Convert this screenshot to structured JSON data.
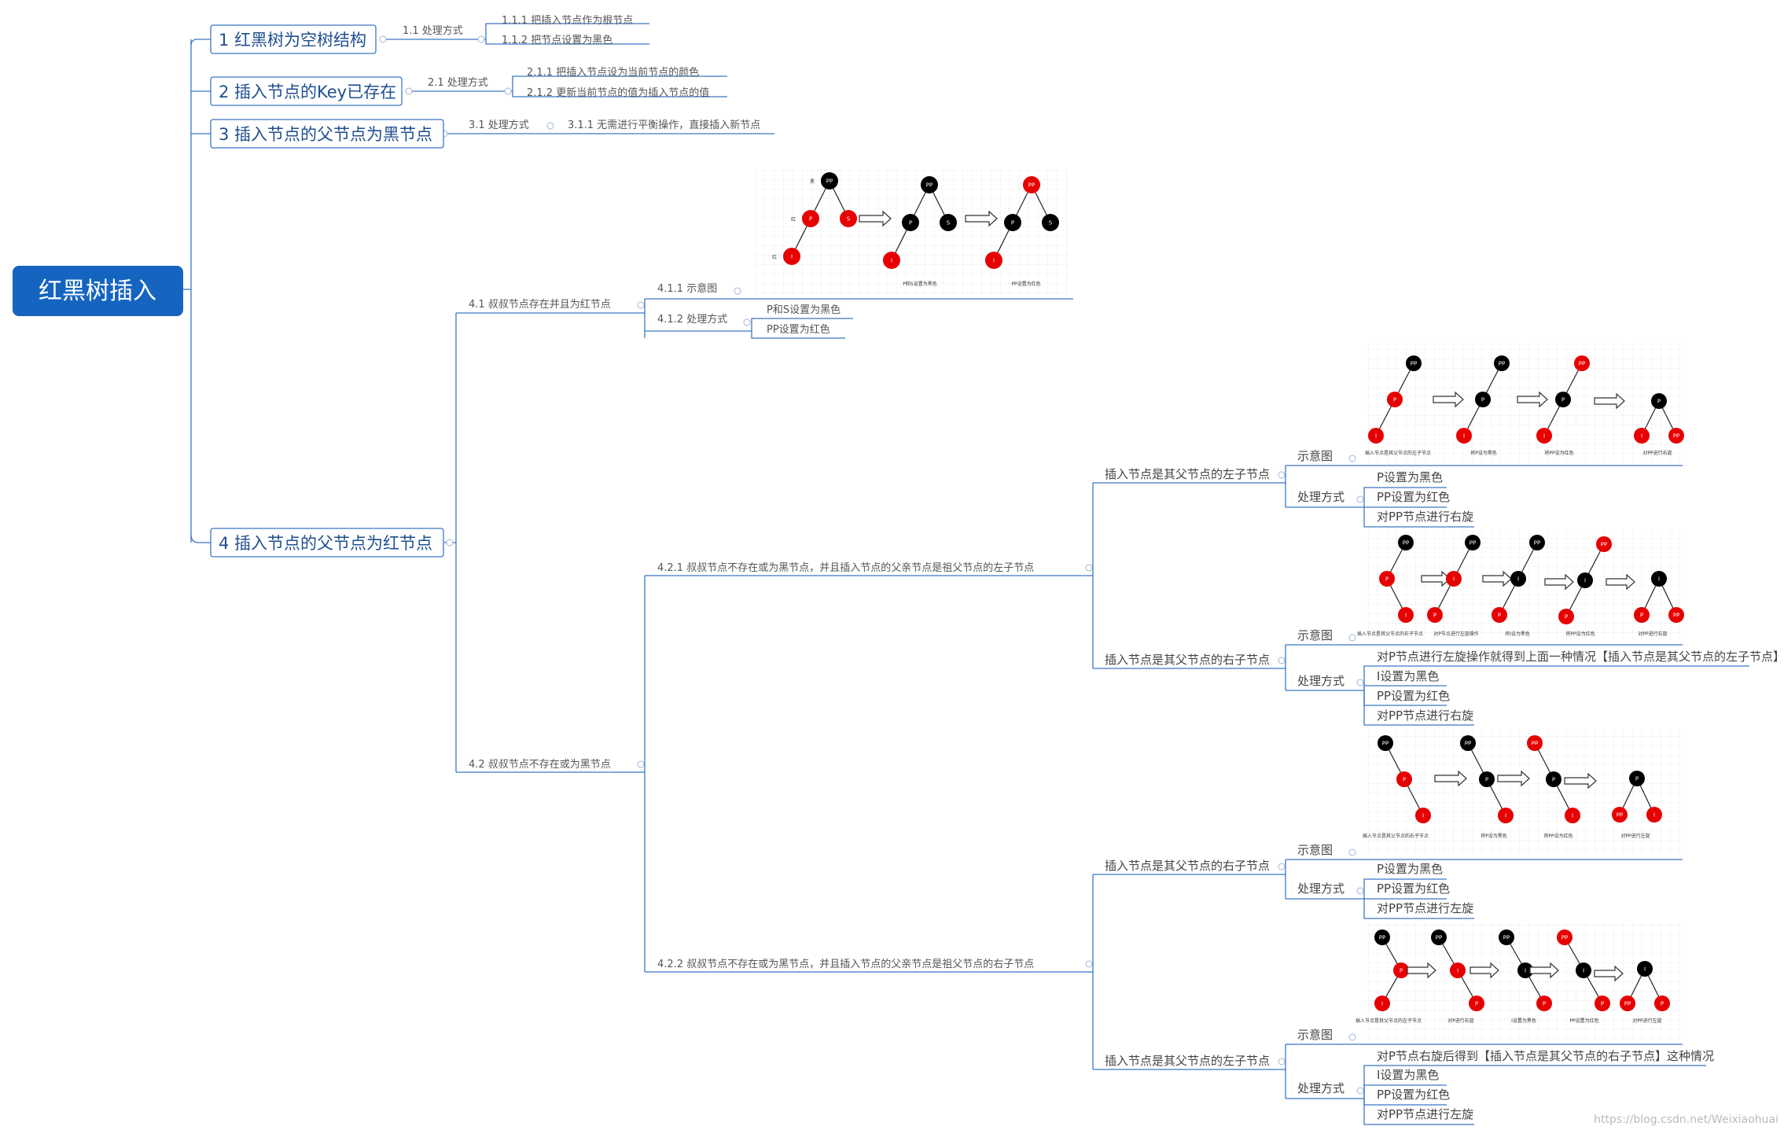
{
  "root": "红黑树插入",
  "branches": [
    {
      "label": "1 红黑树为空树结构",
      "sub": "1.1 处理方式",
      "items": [
        "1.1.1 把插入节点作为根节点",
        "1.1.2 把节点设置为黑色"
      ]
    },
    {
      "label": "2 插入节点的Key已存在",
      "sub": "2.1 处理方式",
      "items": [
        "2.1.1 把插入节点设为当前节点的颜色",
        "2.1.2 更新当前节点的值为插入节点的值"
      ]
    },
    {
      "label": "3 插入节点的父节点为黑节点",
      "sub": "3.1 处理方式",
      "items": [
        "3.1.1 无需进行平衡操作，直接插入新节点"
      ]
    },
    {
      "label": "4 插入节点的父节点为红节点"
    }
  ],
  "case41": {
    "label": "4.1 叔叔节点存在并且为红节点",
    "diagram_label": "4.1.1 示意图",
    "handling_label": "4.1.2 处理方式",
    "steps": [
      "P和S设置为黑色",
      "PP设置为红色"
    ],
    "captions": [
      "P和S设置为黑色",
      "PP设置为红色"
    ],
    "side_letters": [
      "黑",
      "红",
      "红"
    ]
  },
  "case42": {
    "label": "4.2 叔叔节点不存在或为黑节点",
    "case421": {
      "label": "4.2.1 叔叔节点不存在或为黑节点，并且插入节点的父亲节点是祖父节点的左子节点",
      "left": {
        "label": "插入节点是其父节点的左子节点",
        "diagram_label": "示意图",
        "handling_label": "处理方式",
        "steps": [
          "P设置为黑色",
          "PP设置为红色",
          "对PP节点进行右旋"
        ],
        "captions": [
          "插入节点是其父节点的左子节点",
          "将P设为黑色",
          "将PP设为红色",
          "对PP进行右旋"
        ]
      },
      "right": {
        "label": "插入节点是其父节点的右子节点",
        "diagram_label": "示意图",
        "handling_label": "处理方式",
        "steps": [
          "对P节点进行左旋操作就得到上面一种情况【插入节点是其父节点的左子节点】",
          "I设置为黑色",
          "PP设置为红色",
          "对PP节点进行右旋"
        ],
        "captions": [
          "插入节点是其父节点的右子节点",
          "对P节点进行左旋操作",
          "将I设为黑色",
          "将PP设为红色",
          "对PP进行右旋"
        ]
      }
    },
    "case422": {
      "label": "4.2.2 叔叔节点不存在或为黑节点，并且插入节点的父亲节点是祖父节点的右子节点",
      "right": {
        "label": "插入节点是其父节点的右子节点",
        "diagram_label": "示意图",
        "handling_label": "处理方式",
        "steps": [
          "P设置为黑色",
          "PP设置为红色",
          "对PP节点进行左旋"
        ],
        "captions": [
          "插入节点是其父节点的右子节点",
          "将P设为黑色",
          "将PP设为红色",
          "对PP进行左旋"
        ]
      },
      "left": {
        "label": "插入节点是其父节点的左子节点",
        "diagram_label": "示意图",
        "handling_label": "处理方式",
        "steps": [
          "对P节点右旋后得到【插入节点是其父节点的右子节点】这种情况",
          "I设置为黑色",
          "PP设置为红色",
          "对PP节点进行左旋"
        ],
        "captions": [
          "插入节点是其父节点的左子节点",
          "对P进行右旋",
          "I设置为黑色",
          "PP设置为红色",
          "对PP进行左旋"
        ]
      }
    }
  },
  "watermark": "https://blog.csdn.net/Weixiaohuai",
  "colors": {
    "root_bg": "#1565c0",
    "line": "#3b78c4",
    "red_node": "#e60000",
    "black_node": "#000000"
  }
}
